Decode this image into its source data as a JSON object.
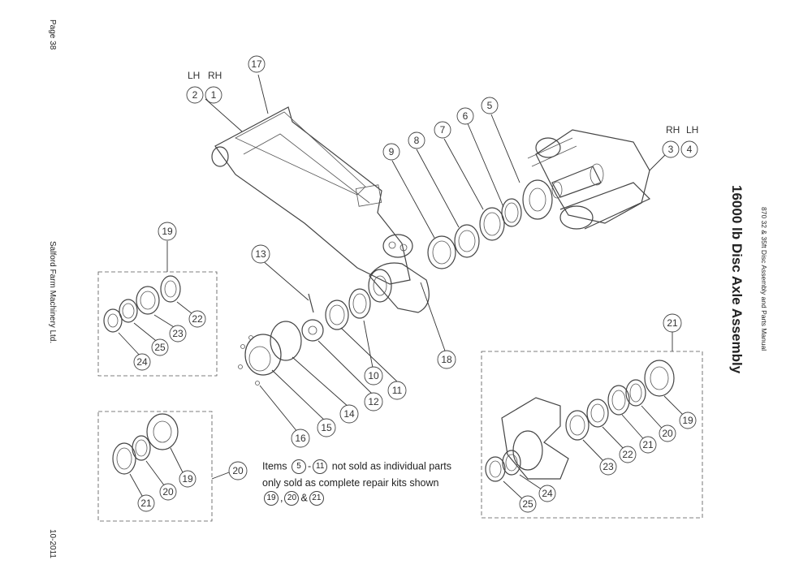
{
  "page": {
    "page_number": "Page 38",
    "company": "Salford Farm Machinery Ltd.",
    "date": "10-2011",
    "manual_title": "870 32 & 35ft Disc Assembly and Parts Manual",
    "section_title": "16000 lb Disc Axle Assembly"
  },
  "labels": {
    "lh_top": "LH",
    "rh_top": "RH",
    "rh_right": "RH",
    "lh_right": "LH"
  },
  "callouts": {
    "c1": "1",
    "c2": "2",
    "c3": "3",
    "c4": "4",
    "c5": "5",
    "c6": "6",
    "c7": "7",
    "c8": "8",
    "c9": "9",
    "c10": "10",
    "c11": "11",
    "c12": "12",
    "c13": "13",
    "c14": "14",
    "c15": "15",
    "c16": "16",
    "c17": "17",
    "c18": "18",
    "c19": "19",
    "c20": "20",
    "c21": "21",
    "k19_22": "22",
    "k19_23": "23",
    "k19_24": "24",
    "k19_25": "25",
    "k20_21": "21",
    "k20_20": "20",
    "k20_19": "19",
    "k21_19": "19",
    "k21_20": "20",
    "k21_21": "21",
    "k21_22": "22",
    "k21_23": "23",
    "k21_24": "24",
    "k21_25": "25"
  },
  "note": {
    "line1_pre": "Items",
    "line1_a": "5",
    "line1_dash": "-",
    "line1_b": "11",
    "line1_post": "not sold as individual parts",
    "line2": "only sold as complete repair kits shown",
    "line3_a": "19",
    "line3_sep": ",",
    "line3_b": "20",
    "line3_amp": "&",
    "line3_c": "21"
  }
}
